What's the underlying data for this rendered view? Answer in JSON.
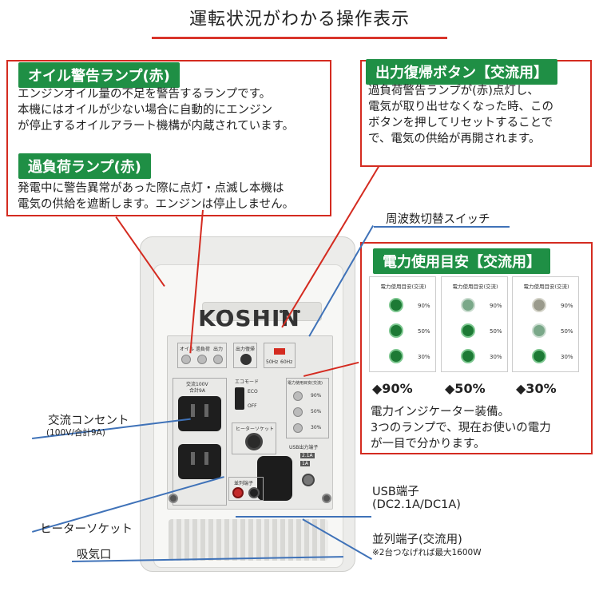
{
  "title": "運転状況がわかる操作表示",
  "oil_lamp": {
    "heading": "オイル警告ランプ(赤)",
    "lines": [
      "エンジンオイル量の不足を警告するランプです。",
      "本機にはオイルが少ない場合に自動的にエンジン",
      "が停止するオイルアラート機構が内蔵されています。"
    ]
  },
  "overload_lamp": {
    "heading": "過負荷ランプ(赤)",
    "lines": [
      "発電中に警告異常があった際に点灯・点滅し本機は",
      "電気の供給を遮断します。エンジンは停止しません。"
    ]
  },
  "reset_button": {
    "heading": "出力復帰ボタン【交流用】",
    "lines": [
      "過負荷警告ランプが(赤)点灯し、",
      "電気が取り出せなくなった時、この",
      "ボタンを押してリセットすることで",
      "で、電気の供給が再開されます。"
    ]
  },
  "freq_switch": {
    "label": "周波数切替スイッチ"
  },
  "power_guide": {
    "heading": "電力使用目安【交流用】",
    "panel_title": "電力使用目安(交流)",
    "levels": [
      "90%",
      "50%",
      "30%"
    ],
    "captions": [
      "◆90%",
      "◆50%",
      "◆30%"
    ],
    "lines": [
      "電力インジケーター装備。",
      "3つのランプで、現在お使いの電力",
      "が一目で分かります。"
    ]
  },
  "ac_outlet": {
    "label": "交流コンセント",
    "sub": "(100V/合計9A)"
  },
  "heater_socket": {
    "label": "ヒーターソケット"
  },
  "intake": {
    "label": "吸気口"
  },
  "usb": {
    "label": "USB端子",
    "sub": "(DC2.1A/DC1A)"
  },
  "parallel": {
    "label": "並列端子(交流用)",
    "note": "※2台つなげれば最大1600W"
  },
  "generator": {
    "brand": "KOSHIN",
    "panel_labels": {
      "oil": "オイル",
      "overload": "過負荷",
      "output": "出力",
      "reset": "出力復帰",
      "hz50": "50Hz",
      "hz60": "60Hz",
      "eco_title": "エコモード",
      "eco": "ECO",
      "off": "OFF",
      "ac100": "交流100V",
      "total9a": "合計9A",
      "power_title": "電力使用目安(交流)",
      "p90": "90%",
      "p50": "50%",
      "p30": "30%",
      "heater": "ヒーターソケット",
      "usb_title": "USB出力端子",
      "usb_a": "2.1A",
      "usb_b": "1A",
      "parallel": "並列端子"
    }
  },
  "colors": {
    "accent_red": "#d42b20",
    "pill_green": "#1f8f45",
    "leader_blue": "#3f72b8"
  }
}
